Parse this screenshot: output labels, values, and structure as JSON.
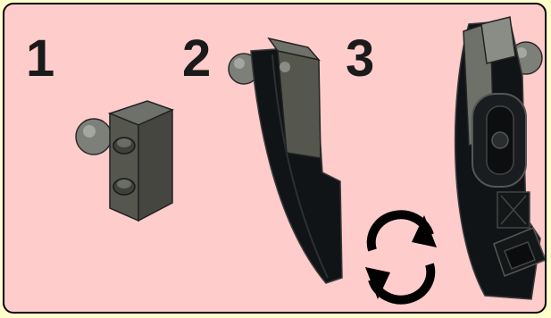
{
  "panel": {
    "background_color": "#ffcccc",
    "outer_background_color": "#ffffcc",
    "border_color": "#000000"
  },
  "steps": [
    {
      "number": "1",
      "image": "plate-1x2-with-ball-joint"
    },
    {
      "number": "2",
      "image": "curved-black-panel-attached"
    },
    {
      "number": "3",
      "image": "assembled-arm-with-technic-parts"
    }
  ],
  "rotate_indicator": {
    "icon": "rotate-arrows-icon",
    "color": "#000000"
  },
  "colors": {
    "dark_gray": "#5a5c55",
    "light_gray": "#8a8c86",
    "black_part": "#111416"
  }
}
